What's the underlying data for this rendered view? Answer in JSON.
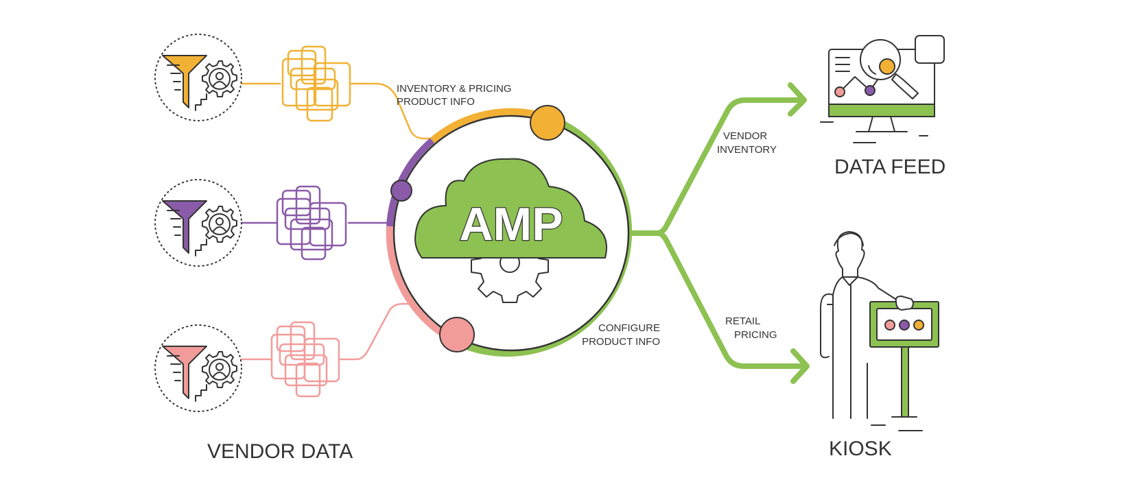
{
  "colors": {
    "yellow": "#f2b134",
    "purple": "#8a5ba8",
    "pink": "#f29c9a",
    "green": "#8dc152",
    "ink": "#333333"
  },
  "center": {
    "title": "AMP"
  },
  "labels": {
    "inventory_pricing_line1": "INVENTORY & PRICING",
    "inventory_pricing_line2": "PRODUCT INFO",
    "configure_line1": "CONFIGURE",
    "configure_line2": "PRODUCT INFO",
    "vendor_inventory_line1": "VENDOR",
    "vendor_inventory_line2": "INVENTORY",
    "retail_pricing_line1": "RETAIL",
    "retail_pricing_line2": "PRICING"
  },
  "sections": {
    "vendor_data": "VENDOR DATA",
    "data_feed": "DATA FEED",
    "kiosk": "KIOSK"
  },
  "icons": {
    "vendor_sources": [
      "funnel-gear-icon",
      "funnel-gear-icon",
      "funnel-gear-icon"
    ],
    "data_feed": "monitor-analytics-icon",
    "kiosk": "person-kiosk-icon",
    "center": "cloud-gear-icon"
  }
}
